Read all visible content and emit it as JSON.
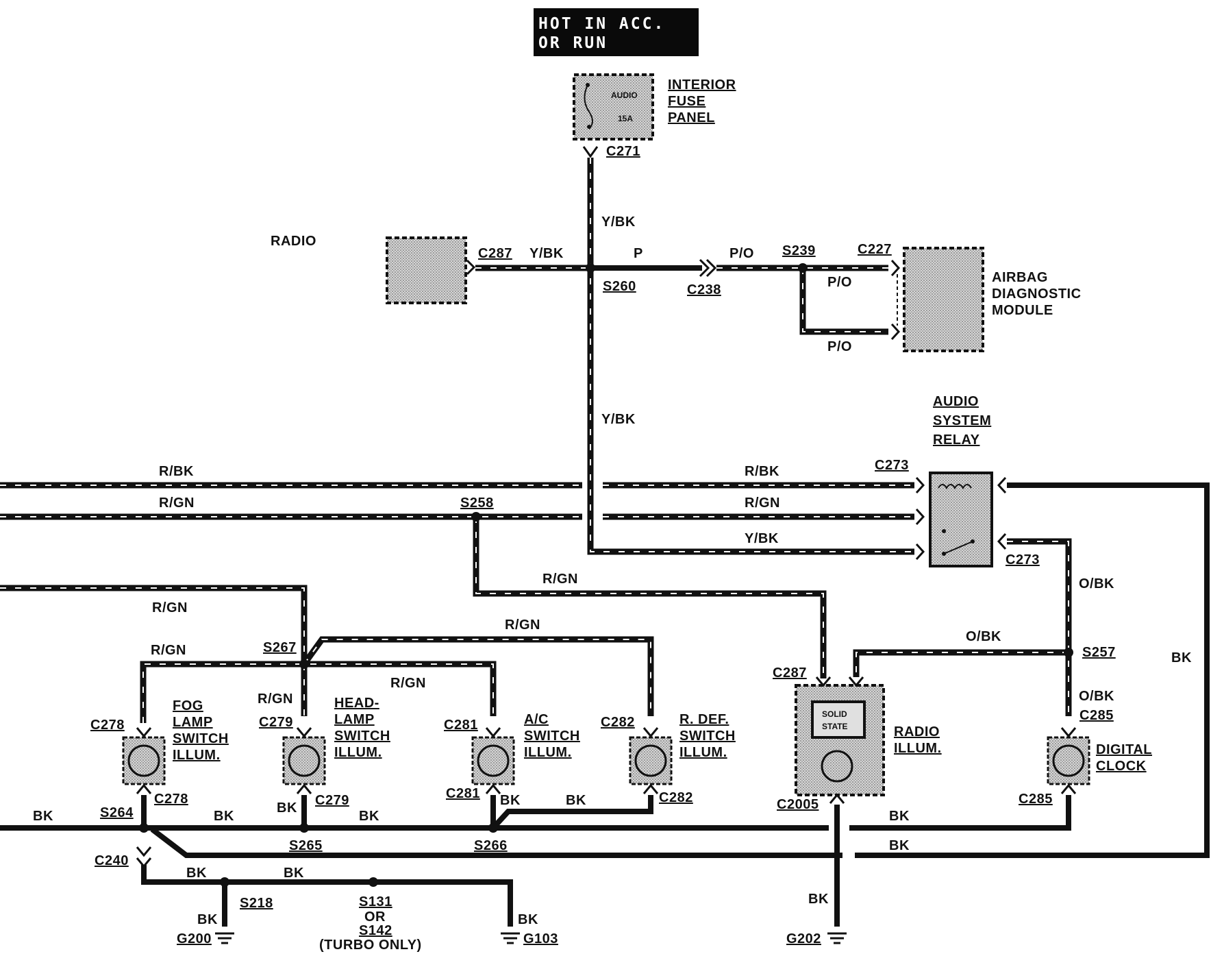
{
  "header": {
    "line1": "HOT IN ACC.",
    "line2": "OR RUN"
  },
  "fuse_panel": {
    "label1": "INTERIOR",
    "label2": "FUSE",
    "label3": "PANEL",
    "fuse_name": "AUDIO",
    "fuse_rating": "15A",
    "connector": "C271"
  },
  "radio": {
    "label": "RADIO",
    "connector": "C287"
  },
  "airbag": {
    "label1": "AIRBAG",
    "label2": "DIAGNOSTIC",
    "label3": "MODULE",
    "connector": "C227"
  },
  "relay": {
    "label1": "AUDIO",
    "label2": "SYSTEM",
    "label3": "RELAY",
    "connector_top": "C273",
    "connector_bottom": "C273"
  },
  "wires": {
    "ybk_top": "Y/BK",
    "ybk_radio": "Y/BK",
    "p": "P",
    "po_1": "P/O",
    "po_2": "P/O",
    "po_3": "P/O",
    "ybk_mid": "Y/BK",
    "rbk_left": "R/BK",
    "rbk_right": "R/BK",
    "rgn_left": "R/GN",
    "rgn_right": "R/GN",
    "ybk_relay": "Y/BK",
    "rgn_down": "R/GN",
    "rgn_3": "R/GN",
    "rgn_4": "R/GN",
    "rgn_5": "R/GN",
    "rgn_6": "R/GN",
    "rgn_7": "R/GN",
    "obk_1": "O/BK",
    "obk_2": "O/BK",
    "obk_3": "O/BK",
    "bk_right": "BK",
    "bk_1": "BK",
    "bk_2": "BK",
    "bk_3": "BK",
    "bk_4": "BK",
    "bk_5": "BK",
    "bk_6": "BK",
    "bk_7": "BK",
    "bk_8": "BK",
    "bk_9": "BK",
    "bk_10": "BK",
    "bk_11": "BK",
    "bk_12": "BK",
    "bk_13": "BK"
  },
  "splices": {
    "s260": "S260",
    "s239": "S239",
    "c238": "C238",
    "s258": "S258",
    "s267": "S267",
    "s257": "S257",
    "s264": "S264",
    "s265": "S265",
    "s266": "S266",
    "s218": "S218",
    "s131": "S131",
    "or": "OR",
    "s142": "S142",
    "turbo": "(TURBO ONLY)",
    "c240": "C240"
  },
  "fog": {
    "label1": "FOG",
    "label2": "LAMP",
    "label3": "SWITCH",
    "label4": "ILLUM.",
    "c_top": "C278",
    "c_bottom": "C278"
  },
  "head": {
    "label1": "HEAD-",
    "label2": "LAMP",
    "label3": "SWITCH",
    "label4": "ILLUM.",
    "c_top": "C279",
    "c_bottom": "C279"
  },
  "ac": {
    "label1": "A/C",
    "label2": "SWITCH",
    "label3": "ILLUM.",
    "c_top": "C281",
    "c_bottom": "C281"
  },
  "rdef": {
    "label1": "R. DEF.",
    "label2": "SWITCH",
    "label3": "ILLUM.",
    "c_top": "C282",
    "c_bottom": "C282"
  },
  "radio_illum": {
    "label1": "RADIO",
    "label2": "ILLUM.",
    "solid1": "SOLID",
    "solid2": "STATE",
    "c_top": "C287",
    "c_bottom": "C2005"
  },
  "clock": {
    "label1": "DIGITAL",
    "label2": "CLOCK",
    "c_top": "C285",
    "c_bottom": "C285"
  },
  "grounds": {
    "g200": "G200",
    "g103": "G103",
    "g202": "G202"
  }
}
